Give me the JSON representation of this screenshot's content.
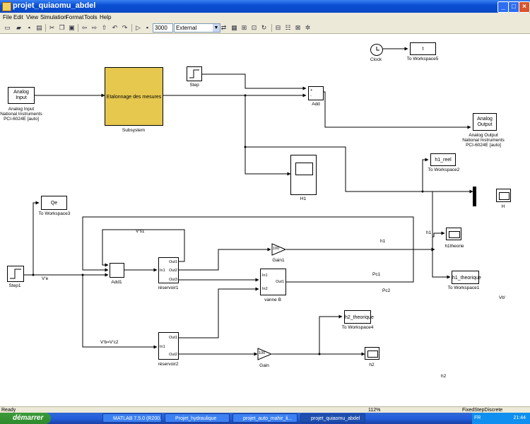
{
  "window": {
    "title": "projet_quiaomu_abdel"
  },
  "menu": [
    "File",
    "Edit",
    "View",
    "Simulation",
    "Format",
    "Tools",
    "Help"
  ],
  "toolbar": {
    "stop_time": "3000",
    "sim_mode": "External"
  },
  "blocks": {
    "analog_input": {
      "name": "Analog\nInput",
      "caption": "Analog Input\nNational Instruments\nPCI-6024E [auto]"
    },
    "subsystem": {
      "inner": "Etalonnage des mesures",
      "caption": "Subsystem"
    },
    "step": {
      "caption": "Step"
    },
    "add": {
      "caption": "Add"
    },
    "clock": {
      "caption": "Clock"
    },
    "to_ws5": {
      "var": "t",
      "caption": "To Workspace5"
    },
    "analog_output": {
      "name": "Analog\nOutput",
      "caption": "Analog Output\nNational Instruments\nPCI-6024E [auto]"
    },
    "to_ws2": {
      "var": "h1_reel",
      "caption": "To Workspace2"
    },
    "scope_H1": {
      "caption": "H1"
    },
    "scope_H": {
      "caption": "H"
    },
    "to_ws3": {
      "var": "Qe",
      "caption": "To Workspace3"
    },
    "step1": {
      "caption": "Step1"
    },
    "add1": {
      "caption": "Add1"
    },
    "reservoir1": {
      "caption": "réservoir1",
      "in": "In1",
      "out1": "Out1",
      "out2": "Out2",
      "out3": "Out3"
    },
    "reservoir2": {
      "caption": "réservoir2",
      "in": "In1",
      "out1": "Out1",
      "out2": "Out2"
    },
    "gain1": {
      "value": "100",
      "caption": "Gain1"
    },
    "gain": {
      "value": "100",
      "caption": "Gain"
    },
    "vanne": {
      "caption": "vanne B",
      "in1": "In1",
      "in2": "In2",
      "out1": "Out1"
    },
    "scope_h1theorie": {
      "caption": "h1theorie"
    },
    "to_ws1": {
      "var": "h1_theorique",
      "caption": "To Workspace1"
    },
    "to_ws4": {
      "var": "h2_theorique",
      "caption": "To Workspace4"
    },
    "scope_h2": {
      "caption": "h2"
    }
  },
  "signals": {
    "vs1": "V's1",
    "ve": "V'e",
    "vb": "V'b=V'c2",
    "h1": "h1",
    "h1_tag": "h1",
    "pc1": "Pc1",
    "pc2": "Pc2",
    "vb_right": "Vb'",
    "h2": "h2"
  },
  "status": {
    "left": "Ready",
    "zoom": "112%",
    "solver": "FixedStepDiscrete"
  },
  "taskbar": {
    "start": "démarrer",
    "tasks": [
      "MATLAB 7.5.0 (R200...",
      "Projet_hydraulique",
      "projet_auto_mahir_li...",
      "projet_quiaomu_abdel"
    ],
    "lang": "FR",
    "clock": "21:44"
  }
}
